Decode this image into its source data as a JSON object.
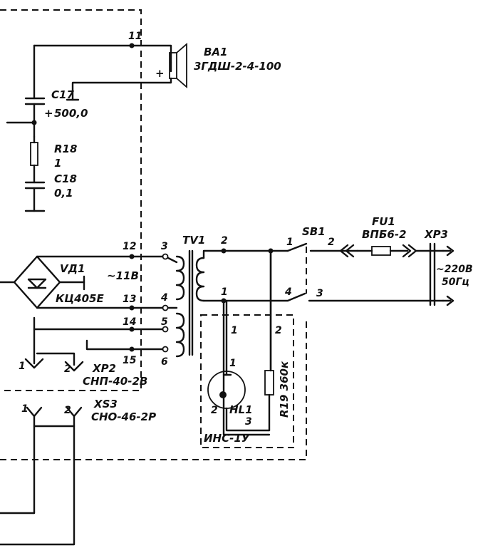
{
  "components": {
    "ba1": {
      "ref": "BA1",
      "type": "3ГДШ-2-4-100",
      "plus": "+"
    },
    "c17": {
      "ref": "C17",
      "value": "500,0",
      "plus": "+"
    },
    "r18": {
      "ref": "R18",
      "value": "1"
    },
    "c18": {
      "ref": "C18",
      "value": "0,1"
    },
    "vd1": {
      "ref": "VД1",
      "type": "КЦ405Е"
    },
    "tv1": {
      "ref": "TV1"
    },
    "sb1": {
      "ref": "SB1"
    },
    "fu1": {
      "ref": "FU1",
      "type": "ВПБ6-2"
    },
    "xp3": {
      "ref": "XP3",
      "voltage": "~220В",
      "freq": "50Гц"
    },
    "xp2": {
      "ref": "XP2",
      "type": "СНП-40-2В"
    },
    "xs3": {
      "ref": "XS3",
      "type": "СНО-46-2Р"
    },
    "hl1": {
      "ref": "HL1",
      "type": "ИНС-1У"
    },
    "r19": {
      "ref": "R19 360к"
    }
  },
  "voltage_label": "~11В",
  "pins": {
    "p11": "11",
    "p12": "12",
    "p13": "13",
    "p14": "14",
    "p15": "15",
    "t3": "3",
    "t4": "4",
    "t5": "5",
    "t6": "6",
    "tv_p2": "2",
    "tv_p1": "1",
    "sb_1": "1",
    "sb_2": "2",
    "sb_4": "4",
    "sb_3": "3",
    "w1": "1",
    "w2": "2",
    "hl_1": "1",
    "hl_2": "2",
    "hl_3": "3",
    "xp2_1": "1",
    "xp2_2": "2",
    "xs3_1": "1",
    "xs3_2": "2"
  }
}
